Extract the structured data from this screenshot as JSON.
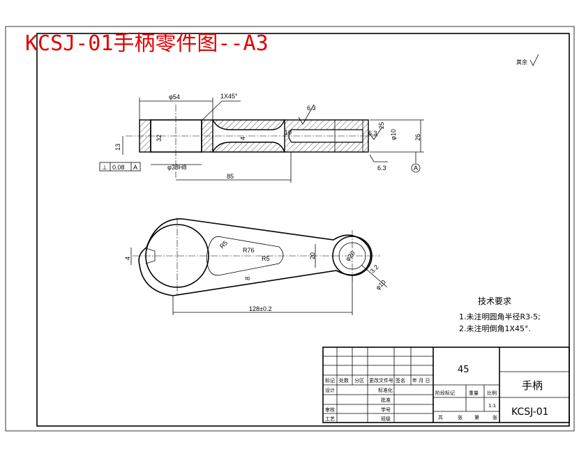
{
  "title": "KCSJ-01手柄零件图--A3",
  "surface_finish_note": "其余",
  "section_view": {
    "labels": {
      "phi54": "φ54",
      "chamfer": "1X45°",
      "r32": "32",
      "h13": "13",
      "tol": "0.08",
      "datum_a": "A",
      "perp": "⊥",
      "bore": "φ38H8",
      "len85": "85",
      "ra_top": "6.3",
      "ra_right": "6.3",
      "ra_bottom": "6.3",
      "d4": "4",
      "r10": "10",
      "w25": "25",
      "hole": "φ10",
      "h26": "26",
      "datum_circle": "A"
    }
  },
  "plan_view": {
    "labels": {
      "r25": "R5",
      "r76": "R76",
      "r5": "R5",
      "w8": "8",
      "w4": "4",
      "h20": "20",
      "d20": "φ20",
      "d28": "3.2",
      "d10": "φ10",
      "len": "128±0.2"
    }
  },
  "tech_req": {
    "heading": "技术要求",
    "items": [
      "1.未注明圆角半径R3-5;",
      "2.未注明倒角1X45°."
    ]
  },
  "title_block": {
    "material": "45",
    "part_name": "手柄",
    "drawing_no": "KCSJ-01",
    "scale": "1:1",
    "row_headers": [
      "标记",
      "处数",
      "分区",
      "更改文件号",
      "签名",
      "年 月 日"
    ],
    "left_labels": [
      "设计",
      "",
      "审核",
      "工艺"
    ],
    "mid_labels": [
      "标准化",
      "批准",
      "学号",
      "班级"
    ],
    "stage_headers": [
      "阶段标记",
      "重量",
      "比例"
    ],
    "sheet_labels": [
      "共",
      "张",
      "第",
      "张"
    ]
  }
}
